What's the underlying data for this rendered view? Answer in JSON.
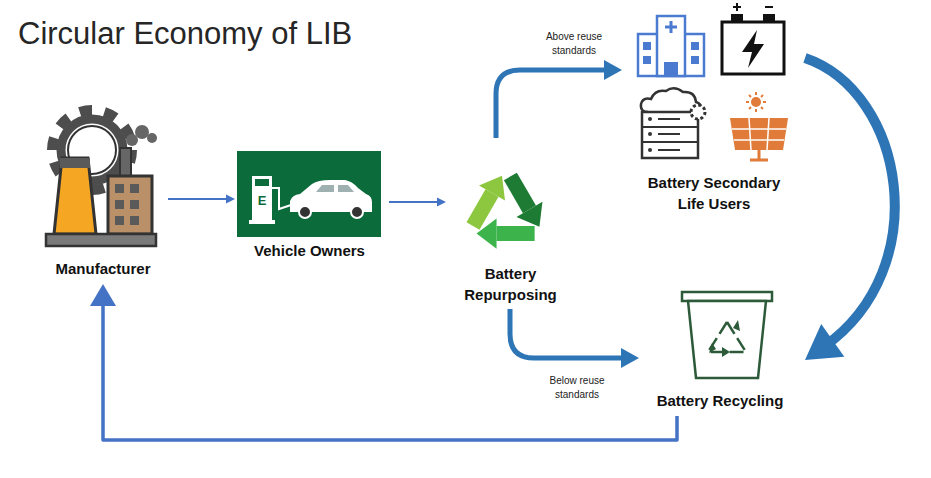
{
  "diagram": {
    "title": "Circular Economy of LIB",
    "nodes": [
      {
        "text": [
          "Manufacturer"
        ]
      },
      {
        "text": [
          "Vehicle Owners"
        ]
      },
      {
        "text": [
          "Battery Repurposing"
        ]
      },
      {
        "text": [
          "Battery Secondary Life Users"
        ]
      },
      {
        "text": [
          "Battery Recycling"
        ]
      }
    ],
    "edges": [
      {
        "from": 0,
        "to": 1,
        "arrow": "to"
      },
      {
        "from": 1,
        "to": 2,
        "arrow": "to"
      },
      {
        "from": 2,
        "to": 3,
        "label": "Above reuse standards",
        "arrow": "to"
      },
      {
        "from": 2,
        "to": 4,
        "label": "Below reuse standards",
        "arrow": "to"
      },
      {
        "from": 3,
        "to": 4,
        "arrow": "to"
      },
      {
        "from": 4,
        "to": 0,
        "arrow": "to"
      }
    ],
    "labels": [
      "E"
    ]
  }
}
